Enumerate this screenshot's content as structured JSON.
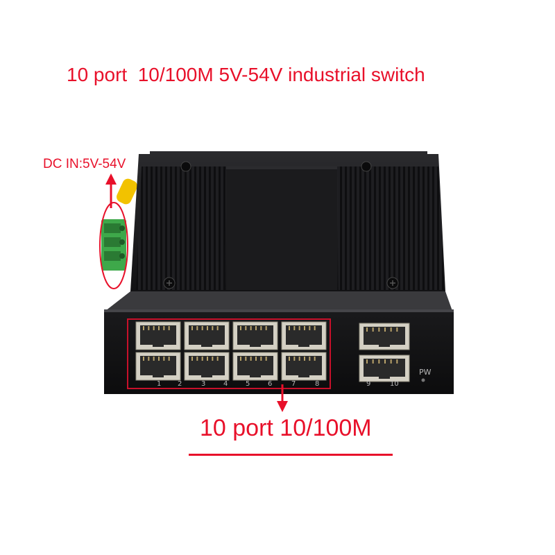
{
  "title": "10 port  10/100M 5V-54V industrial switch",
  "power_label": "DC IN:5V-54V",
  "ports_label": "10 port 10/100M",
  "port_numbers": [
    "1",
    "2",
    "3",
    "4",
    "5",
    "6",
    "7",
    "8",
    "9",
    "10"
  ],
  "power_led_label": "PW",
  "colors": {
    "accent": "#e8102a",
    "body": "#1c1c1e",
    "terminal": "#3ea84a",
    "port_metal": "#d4d0c4"
  },
  "icons": [
    "arrow-up-icon",
    "arrow-down-icon",
    "screw-icon",
    "rj45-port-icon",
    "terminal-block-icon"
  ]
}
